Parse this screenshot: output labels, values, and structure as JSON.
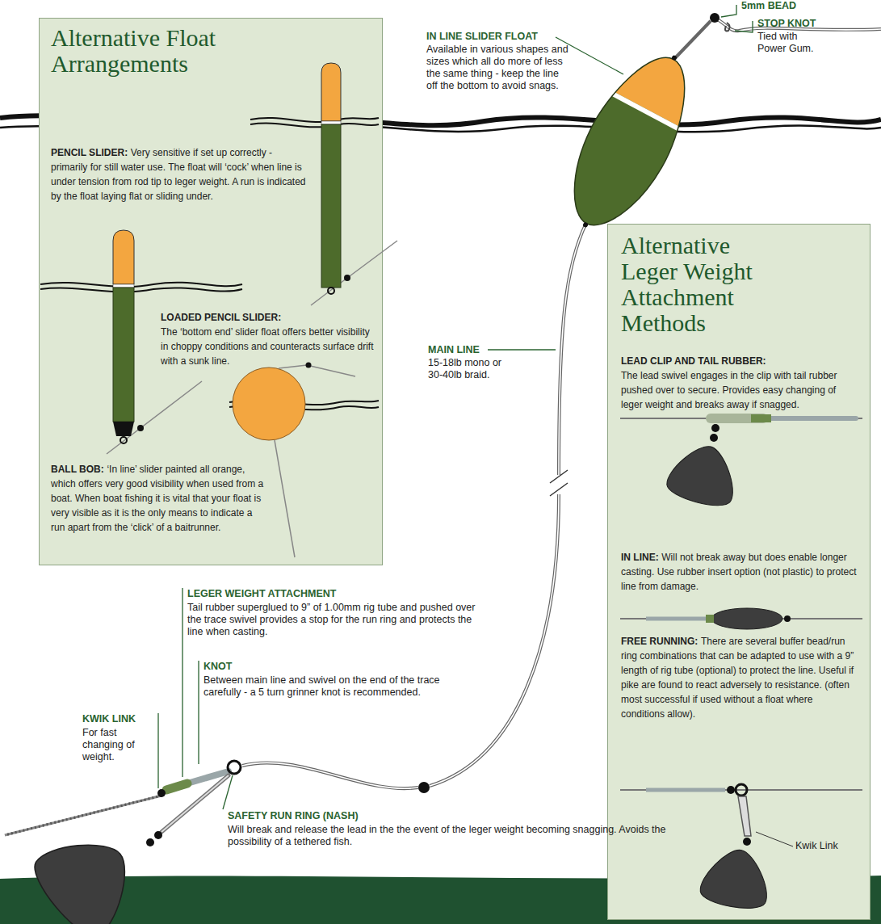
{
  "diagram": {
    "nodes": [
      {
        "text": [
          "Alternative Float Arrangements",
          "PENCIL SLIDER:",
          "Very sensitive if set up correctly - primarily for still water use. The float will ‘cock’ when line is under tension from rod tip to leger weight. A run is indicated by the float laying flat or sliding under.",
          "LOADED PENCIL SLIDER:",
          "The ‘bottom end’ slider float offers better visibility in choppy conditions and counteracts surface drift with a sunk line.",
          "BALL BOB:",
          "‘In line’ slider painted all orange, which offers very good visibility when used from a boat. When boat fishing it is vital that your float is very visible as it is the only means to indicate a run apart from the ‘click’ of a baitrunner."
        ]
      },
      {
        "text": [
          "Alternative Leger Weight Attachment Methods",
          "LEAD CLIP AND TAIL RUBBER:",
          "The lead swivel engages in the clip with tail rubber pushed over to secure. Provides easy changing of leger weight and breaks away if snagged.",
          "IN LINE:",
          "Will not break away but does enable longer casting. Use rubber insert option (not plastic) to protect line from damage.",
          "FREE RUNNING:",
          "There are several buffer bead/run ring combinations that can be adapted to use with a 9” length of rig tube (optional) to protect the line. Useful if pike are found to react adversely to resistance. (often most successful if used without a float where conditions allow)."
        ]
      }
    ],
    "labels": [
      "IN LINE SLIDER FLOAT",
      "Available in various shapes and sizes which all do more of less the same thing - keep the line off the bottom to avoid snags.",
      "5mm BEAD",
      "STOP KNOT",
      "Tied with Power Gum.",
      "MAIN LINE",
      "15-18lb mono or 30-40lb braid.",
      "LEGER WEIGHT ATTACHMENT",
      "Tail rubber superglued to 9” of 1.00mm rig tube and pushed over the trace swivel provides a stop for the run ring and protects the line when casting.",
      "KNOT",
      "Between main line and swivel on the end of the trace carefully - a 5 turn grinner knot is recommended.",
      "KWIK LINK",
      "For fast changing of weight.",
      "SAFETY RUN RING (NASH)",
      "Will break and release the lead in the the event of the leger weight becoming snagging. Avoids the possibility of a tethered fish.",
      "Kwik Link"
    ]
  }
}
